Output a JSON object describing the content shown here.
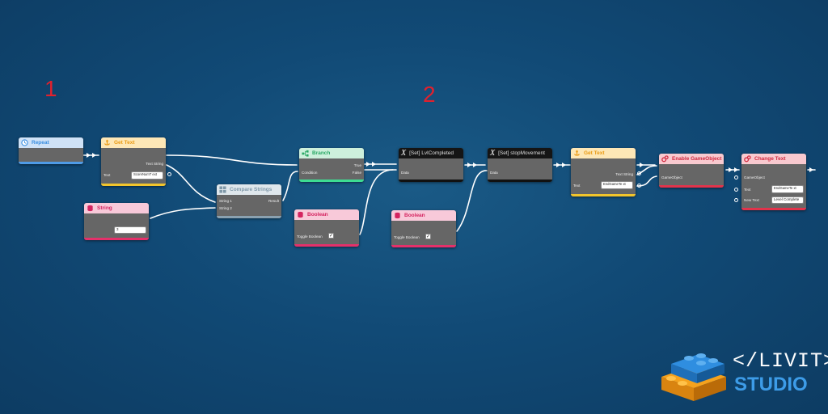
{
  "markers": [
    "1",
    "2"
  ],
  "nodes": {
    "repeat": {
      "title": "Repeat"
    },
    "get_text_1": {
      "title": "Get Text",
      "out_label": "Text String",
      "in_label": "Text",
      "field": "ScoreNumT ext"
    },
    "string": {
      "title": "String",
      "field": "3"
    },
    "compare": {
      "title": "Compare Strings",
      "in1": "String 1",
      "in2": "String 2",
      "out": "Result"
    },
    "branch": {
      "title": "Branch",
      "in": "Condition",
      "out_true": "True",
      "out_false": "False"
    },
    "boolean_1": {
      "title": "Boolean",
      "label": "Toggle Boolean"
    },
    "set_lvl": {
      "title": "[Set] LvlCompleted",
      "in": "Data"
    },
    "boolean_2": {
      "title": "Boolean",
      "label": "Toggle Boolean"
    },
    "set_stop": {
      "title": "[Set] stopMovement",
      "in": "Data"
    },
    "get_text_2": {
      "title": "Get Text",
      "out_label": "Text String",
      "in_label": "Text",
      "field": "EndGameTe xt"
    },
    "enable_go": {
      "title": "Enable GameObject",
      "in": "GameObject"
    },
    "change_text": {
      "title": "Change Text",
      "in1": "GameObject",
      "in2": "Text",
      "in3": "New Text",
      "field1": "EndGameTe xt",
      "field2": "Level Complete"
    }
  },
  "logo": {
    "line1": "</LIVIT>",
    "line2": "STUDIO"
  },
  "colors": {
    "repeat": "#5fa6ea",
    "get_text": "#f2a81f",
    "string": "#e5306a",
    "compare": "#9bb0bd",
    "branch": "#3bbf79",
    "boolean": "#e5306a",
    "set": "#1a1a1a",
    "enable": "#e2334b",
    "accent_red": "#e0212e"
  }
}
